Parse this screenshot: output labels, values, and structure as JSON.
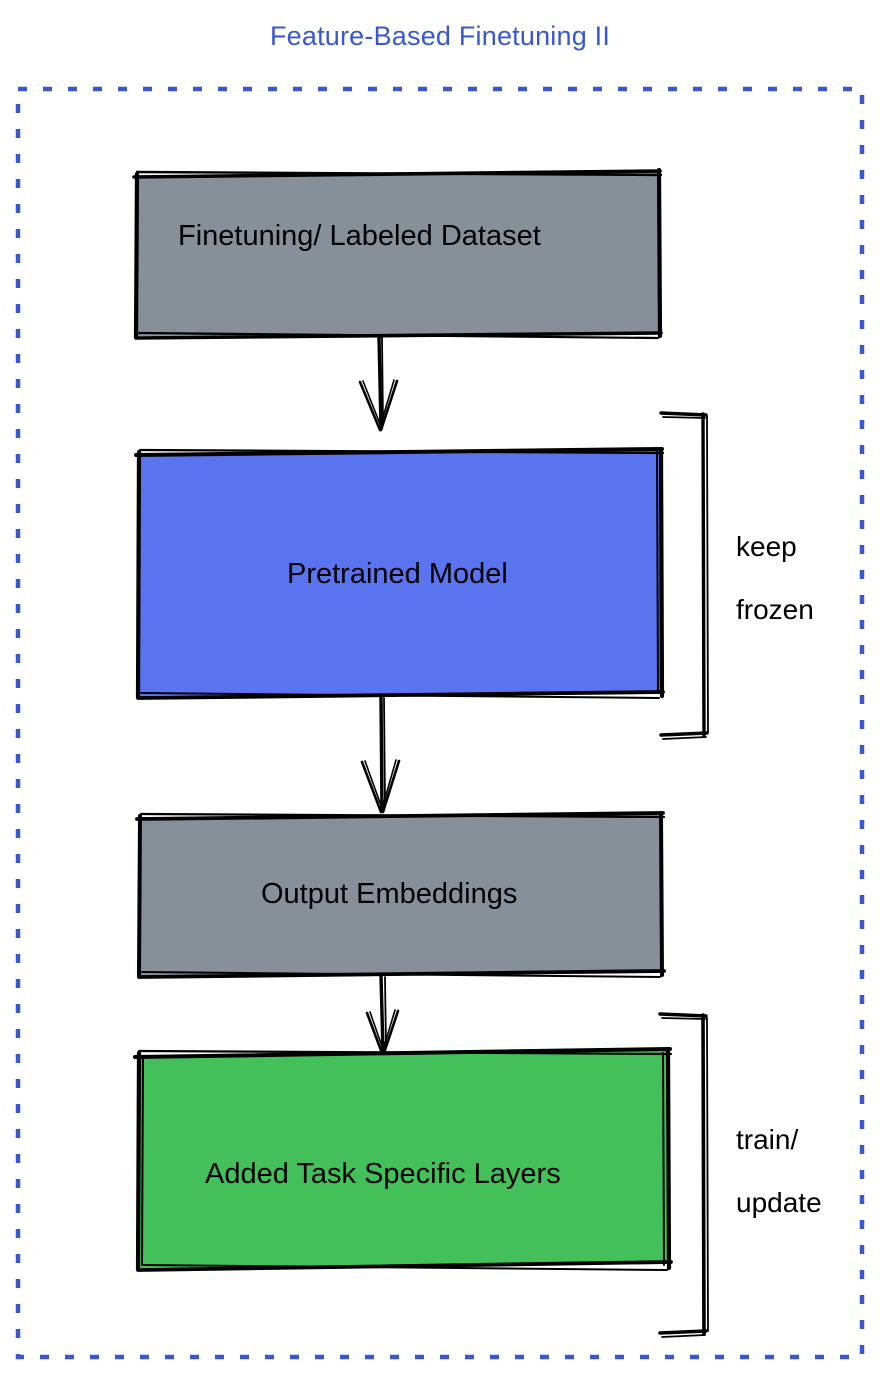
{
  "diagram": {
    "title": "Feature-Based Finetuning II",
    "title_color": "#3a57cf",
    "frame": {
      "style": "dashed",
      "color": "#3a57cf"
    },
    "nodes": [
      {
        "id": "finetuning-dataset",
        "label": "Finetuning/ Labeled Dataset",
        "fill": "#878f99",
        "stroke": "#000000"
      },
      {
        "id": "pretrained-model",
        "label": "Pretrained Model",
        "fill": "#5a73ef",
        "stroke": "#000000"
      },
      {
        "id": "output-embeddings",
        "label": "Output Embeddings",
        "fill": "#878f99",
        "stroke": "#000000"
      },
      {
        "id": "added-task-specific-layers",
        "label": "Added Task Specific Layers",
        "fill": "#44c05a",
        "stroke": "#000000"
      }
    ],
    "brackets": [
      {
        "id": "keep-frozen",
        "label_line1": "keep",
        "label_line2": "frozen",
        "targets": "pretrained-model"
      },
      {
        "id": "train-update",
        "label_line1": "train/",
        "label_line2": "update",
        "targets": "added-task-specific-layers"
      }
    ],
    "edges": [
      {
        "id": "edge-dataset-to-model",
        "from": "finetuning-dataset",
        "to": "pretrained-model"
      },
      {
        "id": "edge-model-to-embeddings",
        "from": "pretrained-model",
        "to": "output-embeddings"
      },
      {
        "id": "edge-embeddings-to-layers",
        "from": "output-embeddings",
        "to": "added-task-specific-layers"
      }
    ]
  }
}
